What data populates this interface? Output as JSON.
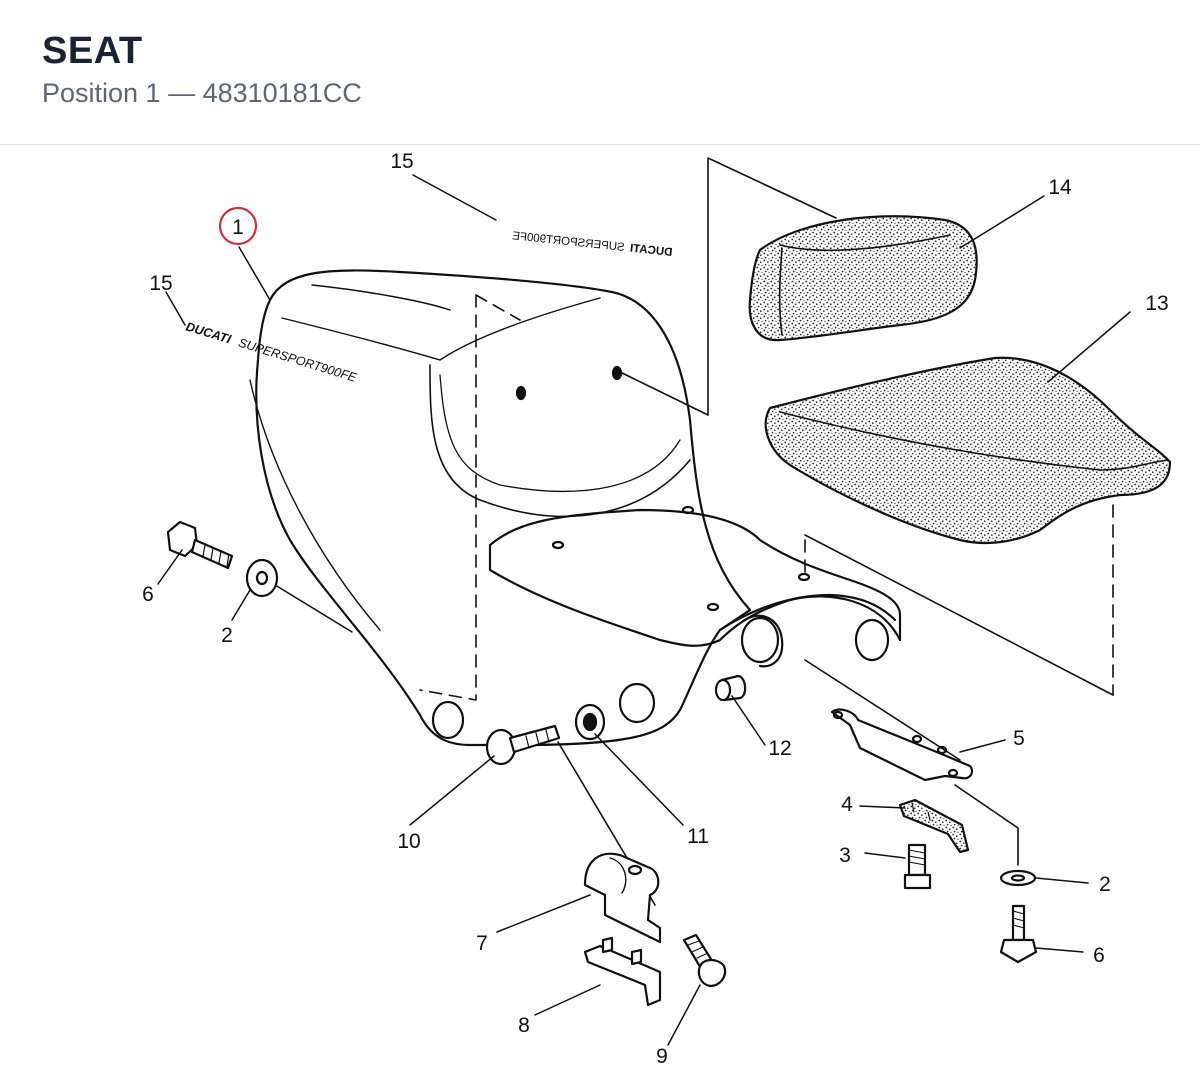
{
  "header": {
    "title": "SEAT",
    "subtitle": "Position 1 — 48310181CC"
  },
  "callouts": [
    {
      "id": "c1",
      "label": "1",
      "selected": true
    },
    {
      "id": "c2a",
      "label": "2"
    },
    {
      "id": "c2b",
      "label": "2"
    },
    {
      "id": "c3",
      "label": "3"
    },
    {
      "id": "c4",
      "label": "4"
    },
    {
      "id": "c5",
      "label": "5"
    },
    {
      "id": "c6a",
      "label": "6"
    },
    {
      "id": "c6b",
      "label": "6"
    },
    {
      "id": "c7",
      "label": "7"
    },
    {
      "id": "c8",
      "label": "8"
    },
    {
      "id": "c9",
      "label": "9"
    },
    {
      "id": "c10",
      "label": "10"
    },
    {
      "id": "c11",
      "label": "11"
    },
    {
      "id": "c12",
      "label": "12"
    },
    {
      "id": "c13",
      "label": "13"
    },
    {
      "id": "c14",
      "label": "14"
    },
    {
      "id": "c15a",
      "label": "15"
    },
    {
      "id": "c15b",
      "label": "15"
    }
  ],
  "decals": {
    "left_brand": "DUCATI",
    "left_model": "SUPERSPORT900FE",
    "top_brand": "DUCATI",
    "top_model": "SUPERSPORT900FE"
  },
  "colors": {
    "selected_ring": "#c8323c",
    "line": "#111111"
  }
}
